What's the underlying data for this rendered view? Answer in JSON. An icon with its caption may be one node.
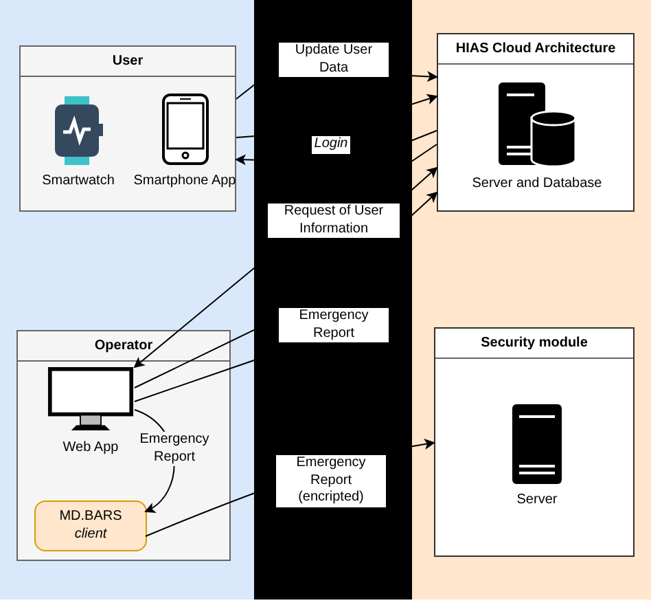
{
  "diagram": {
    "nodes": [
      {
        "text": [
          "User"
        ]
      },
      {
        "text": [
          "Smartwatch"
        ],
        "in": 0
      },
      {
        "text": [
          "Smartphone App"
        ],
        "in": 0
      },
      {
        "text": [
          "HIAS Cloud Architecture"
        ]
      },
      {
        "text": [
          "Server and Database"
        ],
        "in": 3
      },
      {
        "text": [
          "Operator"
        ]
      },
      {
        "text": [
          "Web App"
        ],
        "in": 5
      },
      {
        "text": [
          "MD.BARS",
          "client"
        ],
        "in": 5
      },
      {
        "text": [
          "Security module"
        ]
      },
      {
        "text": [
          "Server"
        ],
        "in": 8
      }
    ],
    "edges": [
      {
        "from": 2,
        "to": 3,
        "arrow": "to",
        "label": "Update User Data"
      },
      {
        "from": 2,
        "to": 3,
        "arrow": "to",
        "label": "Login"
      },
      {
        "from": 3,
        "to": 2,
        "arrow": "to"
      },
      {
        "from": 6,
        "to": 3,
        "arrow": "to",
        "label": "Request of User Information"
      },
      {
        "from": 3,
        "to": 6,
        "arrow": "to"
      },
      {
        "from": 6,
        "to": 3,
        "arrow": "to",
        "label": "Emergency Report"
      },
      {
        "from": 6,
        "to": 7,
        "arrow": "to",
        "label": "Emergency Report"
      },
      {
        "from": 7,
        "to": 8,
        "arrow": "to",
        "label": "Emergency Report (encripted)"
      }
    ]
  }
}
